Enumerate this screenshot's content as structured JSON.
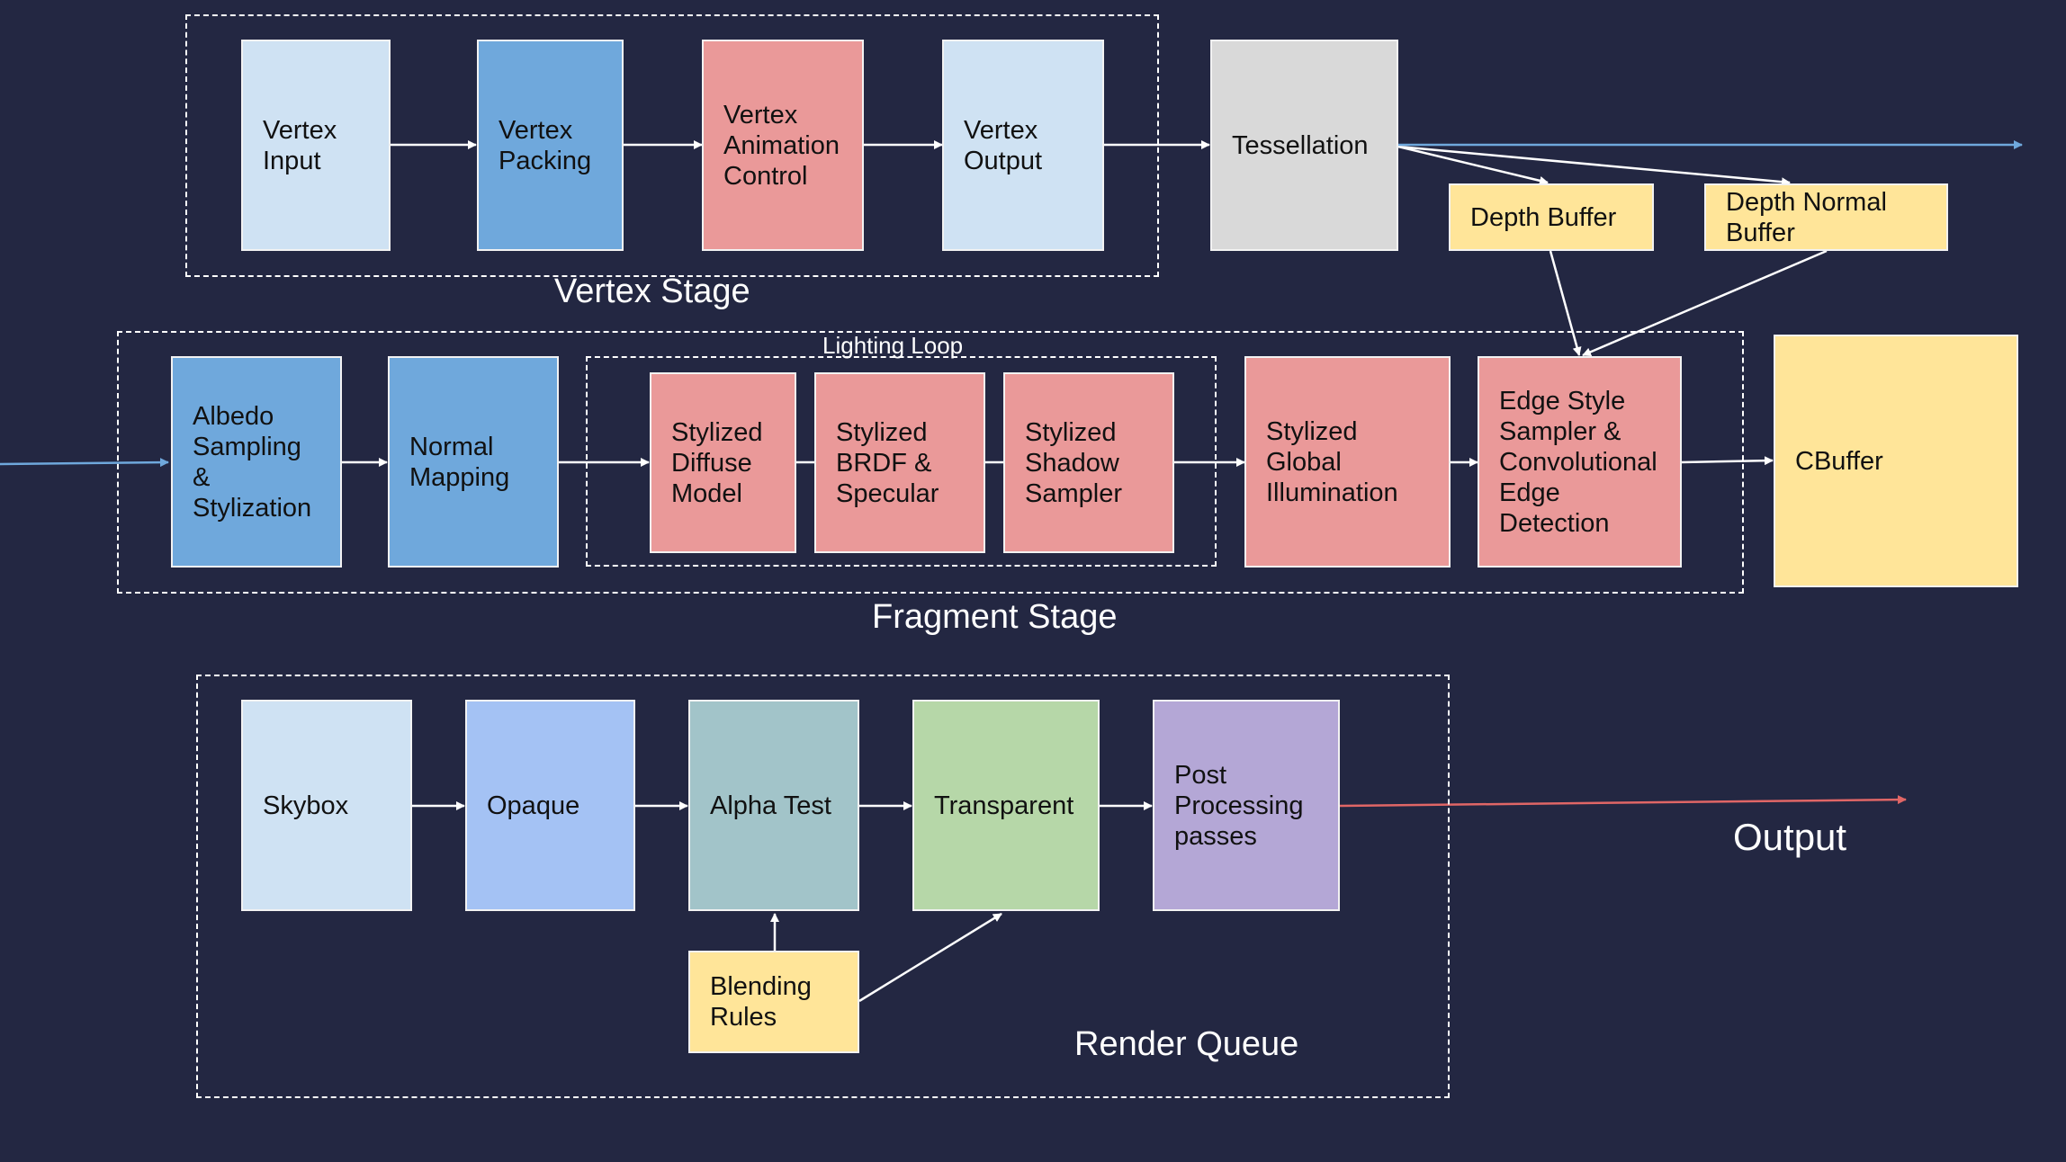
{
  "groups": {
    "vertex_stage": "Vertex Stage",
    "lighting_loop": "Lighting Loop",
    "fragment_stage": "Fragment Stage",
    "render_queue": "Render Queue"
  },
  "nodes": {
    "vertex_input": "Vertex\nInput",
    "vertex_packing": "Vertex\nPacking",
    "vertex_animation_control": "Vertex\nAnimation\nControl",
    "vertex_output": "Vertex\nOutput",
    "tessellation": "Tessellation",
    "depth_buffer": "Depth Buffer",
    "depth_normal_buffer": "Depth Normal\nBuffer",
    "albedo_sampling": "Albedo\nSampling\n&\nStylization",
    "normal_mapping": "Normal\nMapping",
    "stylized_diffuse_model": "Stylized\nDiffuse\nModel",
    "stylized_brdf_specular": "Stylized\nBRDF &\nSpecular",
    "stylized_shadow_sampler": "Stylized\nShadow\nSampler",
    "stylized_global_illumination": "Stylized\nGlobal\nIllumination",
    "edge_style_sampler": "Edge Style\nSampler &\nConvolutional\nEdge\nDetection",
    "cbuffer": "CBuffer",
    "skybox": "Skybox",
    "opaque": "Opaque",
    "alpha_test": "Alpha Test",
    "transparent": "Transparent",
    "post_processing": "Post\nProcessing\npasses",
    "blending_rules": "Blending\nRules"
  },
  "output_label": "Output",
  "colors": {
    "background": "#232742",
    "light_blue": "#cfe2f3",
    "blue": "#6fa8dc",
    "red": "#ea9999",
    "gray": "#d9d9d9",
    "yellow": "#ffe599",
    "periwinkle": "#a4c2f4",
    "teal": "#a2c4c9",
    "green": "#b6d7a8",
    "purple": "#b4a7d6",
    "arrow_white": "#ffffff",
    "arrow_blue": "#6fa8dc",
    "arrow_red": "#e06666"
  }
}
